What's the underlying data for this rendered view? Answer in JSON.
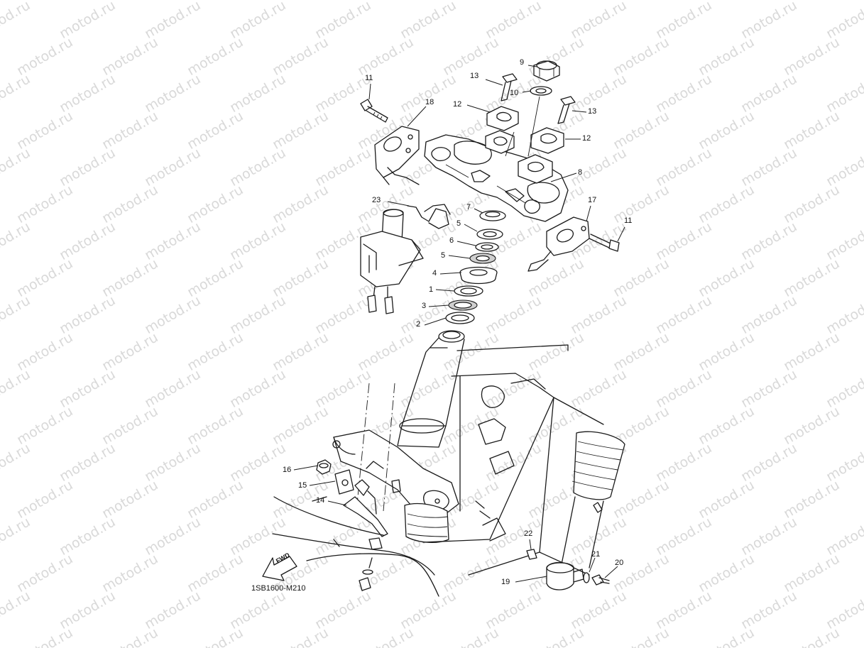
{
  "watermark": "motod.ru",
  "diagram_code": "1SB1600-M210",
  "fwd_label": "FWD",
  "callouts": [
    {
      "id": "c11a",
      "text": "11"
    },
    {
      "id": "c18",
      "text": "18"
    },
    {
      "id": "c13a",
      "text": "13"
    },
    {
      "id": "c12a",
      "text": "12"
    },
    {
      "id": "c9",
      "text": "9"
    },
    {
      "id": "c10",
      "text": "10"
    },
    {
      "id": "c13b",
      "text": "13"
    },
    {
      "id": "c12b",
      "text": "12"
    },
    {
      "id": "c8",
      "text": "8"
    },
    {
      "id": "c23",
      "text": "23"
    },
    {
      "id": "c7",
      "text": "7"
    },
    {
      "id": "c5a",
      "text": "5"
    },
    {
      "id": "c6",
      "text": "6"
    },
    {
      "id": "c5b",
      "text": "5"
    },
    {
      "id": "c4",
      "text": "4"
    },
    {
      "id": "c1",
      "text": "1"
    },
    {
      "id": "c3",
      "text": "3"
    },
    {
      "id": "c2",
      "text": "2"
    },
    {
      "id": "c17",
      "text": "17"
    },
    {
      "id": "c11b",
      "text": "11"
    },
    {
      "id": "c16",
      "text": "16"
    },
    {
      "id": "c15",
      "text": "15"
    },
    {
      "id": "c14",
      "text": "14"
    },
    {
      "id": "c22",
      "text": "22"
    },
    {
      "id": "c21",
      "text": "21"
    },
    {
      "id": "c20",
      "text": "20"
    },
    {
      "id": "c19",
      "text": "19"
    }
  ],
  "colors": {
    "line": "#1a1a1a",
    "watermark": "#d9d9d9",
    "background": "#ffffff"
  }
}
